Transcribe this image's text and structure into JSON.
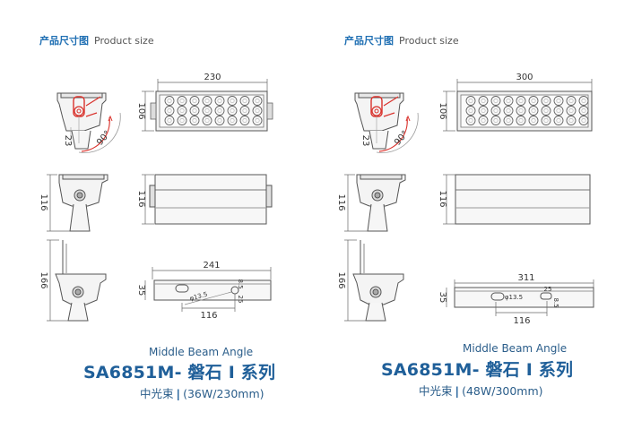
{
  "left": {
    "header_cn": "产品尺寸图",
    "header_en": "Product size",
    "dims": {
      "front_width": "230",
      "front_height": "106",
      "bracket_offset": "23",
      "rotation": "90°",
      "side_height": "116",
      "top_height": "116",
      "profile_height": "166",
      "base_length": "241",
      "base_height": "35",
      "hole_spacing": "116",
      "slot": "φ13.5",
      "small_a": "8.5",
      "small_b": "25"
    },
    "caption": {
      "subtitle": "Middle Beam Angle",
      "title": "SA6851M- 磐石 I 系列",
      "beam_label": "中光束",
      "bar": "|",
      "spec": "(36W/230mm)"
    }
  },
  "right": {
    "header_cn": "产品尺寸图",
    "header_en": "Product size",
    "dims": {
      "front_width": "300",
      "front_height": "106",
      "bracket_offset": "23",
      "rotation": "90°",
      "side_height": "116",
      "top_height": "116",
      "profile_height": "166",
      "base_length": "311",
      "base_height": "35",
      "hole_spacing": "116",
      "slot": "φ13.5",
      "small_a": "25",
      "small_b": "8.5"
    },
    "caption": {
      "subtitle": "Middle Beam Angle",
      "title": "SA6851M- 磐石 I 系列",
      "beam_label": "中光束",
      "bar": "|",
      "spec": "(48W/300mm)"
    }
  },
  "colors": {
    "accent_blue": "#1f6fb3",
    "highlight_red": "#d9312b",
    "line_gray": "#777777"
  }
}
